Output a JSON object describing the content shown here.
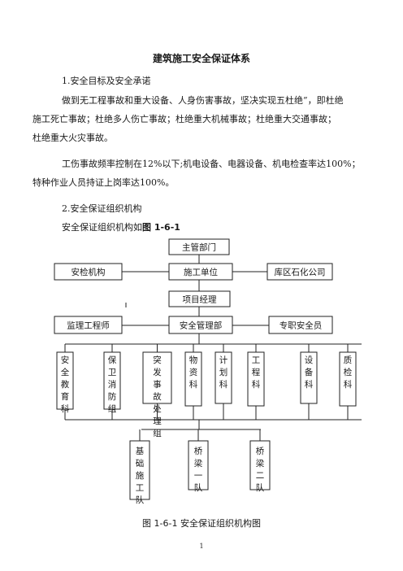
{
  "doc": {
    "title": "建筑施工安全保证体系",
    "section1_heading": "1.安全目标及安全承诺",
    "para1_line1": "做到无工程事故和重大设备、人身伤害事故，坚决实现五杜绝”，即杜绝",
    "para1_line2": "施工死亡事故；杜绝多人伤亡事故；杜绝重大机械事故；杜绝重大交通事故；",
    "para1_line3": "杜绝重大火灾事故。",
    "para2_line1": "工伤事故频率控制在12%以下;机电设备、电器设备、机电检查率达100%；",
    "para2_line2": "特种作业人员持证上岗率达100%。",
    "section2_heading": "2.安全保证组织机构",
    "section2_intro": "安全保证组织机构如",
    "section2_intro_ref": "图 1-6-1",
    "caption": "图 1-6-1   安全保证组织机构图",
    "page_number": "1"
  },
  "org_chart": {
    "top": "主管部门",
    "row2_left": "安检机构",
    "row2_center": "施工单位",
    "row2_right": "库区石化公司",
    "row3_center": "项目经理",
    "row4_left": "监理工程师",
    "row4_center": "安全管理部",
    "row4_right": "专职安全员",
    "departments": [
      "安全教育科",
      "保卫消防组",
      "突发事故处理组",
      "物资科",
      "计划科",
      "工程科",
      "设备科",
      "质检科"
    ],
    "teams": [
      "基础施工队",
      "桥梁一队",
      "桥梁二队"
    ]
  }
}
